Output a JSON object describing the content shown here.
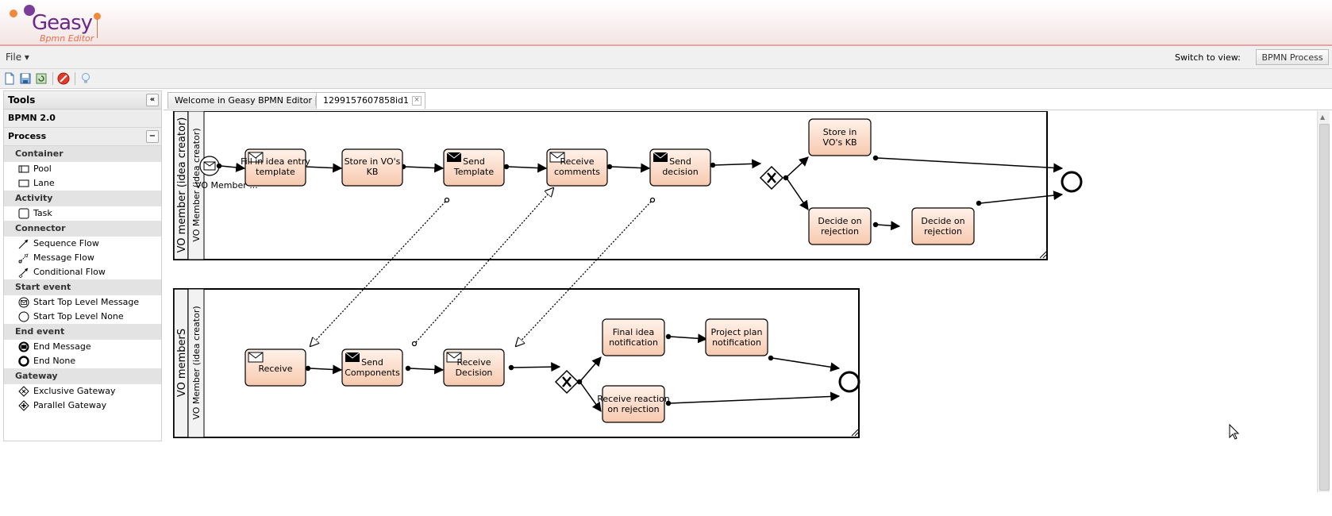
{
  "app": {
    "logo_text": "Geasy",
    "logo_sub": "Bpmn Editor"
  },
  "menubar": {
    "file_label": "File ▾",
    "switch_label": "Switch to view:",
    "switch_value": "BPMN Process"
  },
  "toolbar": {
    "icons": [
      "new-file-icon",
      "save-icon",
      "refresh-icon",
      "stop-icon",
      "idea-icon"
    ]
  },
  "sidebar": {
    "title": "Tools",
    "collapse": "«",
    "bpmn_label": "BPMN 2.0",
    "process_label": "Process",
    "process_toggle": "−",
    "categories": [
      {
        "label": "Container",
        "items": [
          "Pool",
          "Lane"
        ]
      },
      {
        "label": "Activity",
        "items": [
          "Task"
        ]
      },
      {
        "label": "Connector",
        "items": [
          "Sequence Flow",
          "Message Flow",
          "Conditional Flow"
        ]
      },
      {
        "label": "Start event",
        "items": [
          "Start Top Level Message",
          "Start Top Level None"
        ]
      },
      {
        "label": "End event",
        "items": [
          "End Message",
          "End None"
        ]
      },
      {
        "label": "Gateway",
        "items": [
          "Exclusive Gateway",
          "Parallel Gateway"
        ]
      }
    ]
  },
  "tabs": [
    {
      "label": "Welcome in Geasy BPMN Editor",
      "close": "×"
    },
    {
      "label": "1299157607858id1",
      "close": "×"
    }
  ],
  "diagram": {
    "pool1": {
      "label": "VO member (idea creator)",
      "lane": "VO Member (idea creator)",
      "start_label": "VO Member ..."
    },
    "pool2": {
      "label": "VO memberS",
      "lane": "VO Member (idea creator)"
    },
    "tasks1": [
      {
        "lines": [
          "Fill in idea entry",
          "template"
        ],
        "msg": true
      },
      {
        "lines": [
          "Store in VO's",
          "KB"
        ],
        "msg": false
      },
      {
        "lines": [
          "Send",
          "Template"
        ],
        "msg": true,
        "filled": true
      },
      {
        "lines": [
          "Receive",
          "comments"
        ],
        "msg": true
      },
      {
        "lines": [
          "Send",
          "decision"
        ],
        "msg": true,
        "filled": true
      },
      {
        "lines": [
          "Store in",
          "VO's KB"
        ],
        "msg": false
      },
      {
        "lines": [
          "Decide on",
          "rejection"
        ],
        "msg": false
      },
      {
        "lines": [
          "Decide on",
          "rejection"
        ],
        "msg": false
      }
    ],
    "tasks2": [
      {
        "lines": [
          "Receive"
        ],
        "msg": true
      },
      {
        "lines": [
          "Send",
          "Components"
        ],
        "msg": true,
        "filled": true
      },
      {
        "lines": [
          "Receive",
          "Decision"
        ],
        "msg": true
      },
      {
        "lines": [
          "Final idea",
          "notification"
        ],
        "msg": false
      },
      {
        "lines": [
          "Project plan",
          "notification"
        ],
        "msg": false
      },
      {
        "lines": [
          "Receive reaction",
          "on rejection"
        ],
        "msg": false
      }
    ],
    "colors": {
      "task_fill_top": "#fff2ea",
      "task_fill_bottom": "#f7c9ae",
      "stroke": "#000000"
    }
  }
}
